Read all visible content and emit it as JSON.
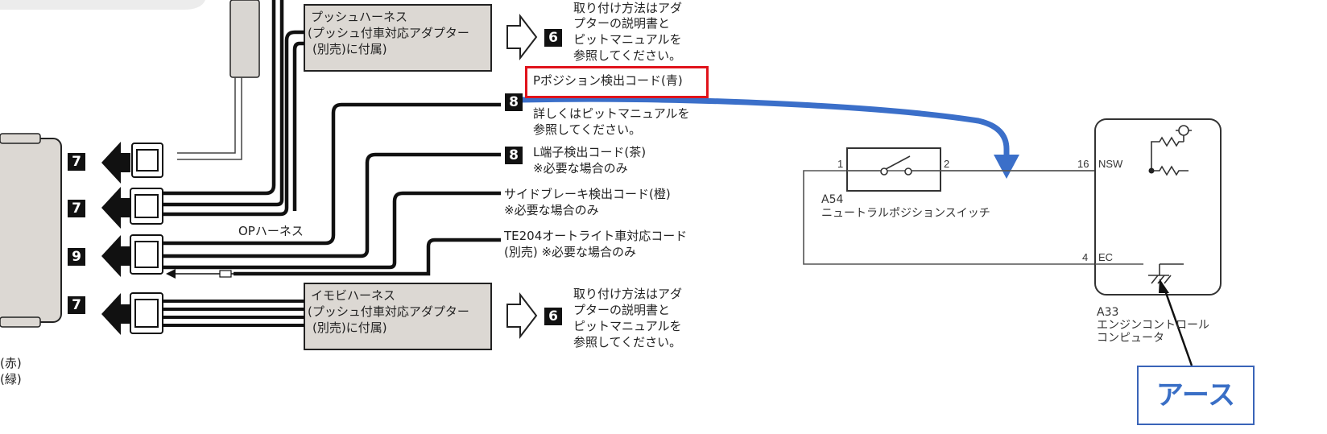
{
  "colors": {
    "wire": "#111111",
    "box_fill": "#dcd8d3",
    "highlight_red": "#e0131b",
    "arrow_blue": "#3b6fc9",
    "circuit_line": "#555555"
  },
  "left_diagram": {
    "push_harness": {
      "line1": "プッシュハーネス",
      "line2": "(プッシュ付車対応アダプター",
      "line3": "(別売)に付属)"
    },
    "immobi_harness": {
      "line1": "イモビハーネス",
      "line2": "(プッシュ付車対応アダプター",
      "line3": "(別売)に付属)"
    },
    "op_harness_label": "OPハーネス",
    "connector_numbers": [
      "7",
      "7",
      "9",
      "7"
    ],
    "step_top": {
      "number": "6",
      "lines": [
        "取り付け方法はアダ",
        "プターの説明書と",
        "ピットマニュアルを",
        "参照してください。"
      ]
    },
    "p_position": {
      "label": "Pポジション検出コード(青)",
      "number": "8",
      "note_line1": "詳しくはピットマニュアルを",
      "note_line2": "参照してください。"
    },
    "l_terminal": {
      "number": "8",
      "line1": "L端子検出コード(茶)",
      "line2": "※必要な場合のみ"
    },
    "side_brake": {
      "line1": "サイドブレーキ検出コード(橙)",
      "line2": "※必要な場合のみ"
    },
    "te204": {
      "line1": "TE204オートライト車対応コード",
      "line2": "(別売) ※必要な場合のみ"
    },
    "step_bottom": {
      "number": "6",
      "lines": [
        "取り付け方法はアダ",
        "プターの説明書と",
        "ピットマニュアルを",
        "参照してください。"
      ]
    },
    "bottom_notes": [
      "(赤)",
      "(緑)"
    ]
  },
  "circuit": {
    "switch_pin_left": "1",
    "switch_pin_right": "2",
    "switch_code": "A54",
    "switch_name": "ニュートラルポジションスイッチ",
    "ecu_pin_top": "16",
    "ecu_label_top": "NSW",
    "ecu_pin_bottom": "4",
    "ecu_label_bottom": "EC",
    "ecu_code": "A33",
    "ecu_name_line1": "エンジンコントロール",
    "ecu_name_line2": "コンピュータ"
  },
  "earth_label": "アース"
}
